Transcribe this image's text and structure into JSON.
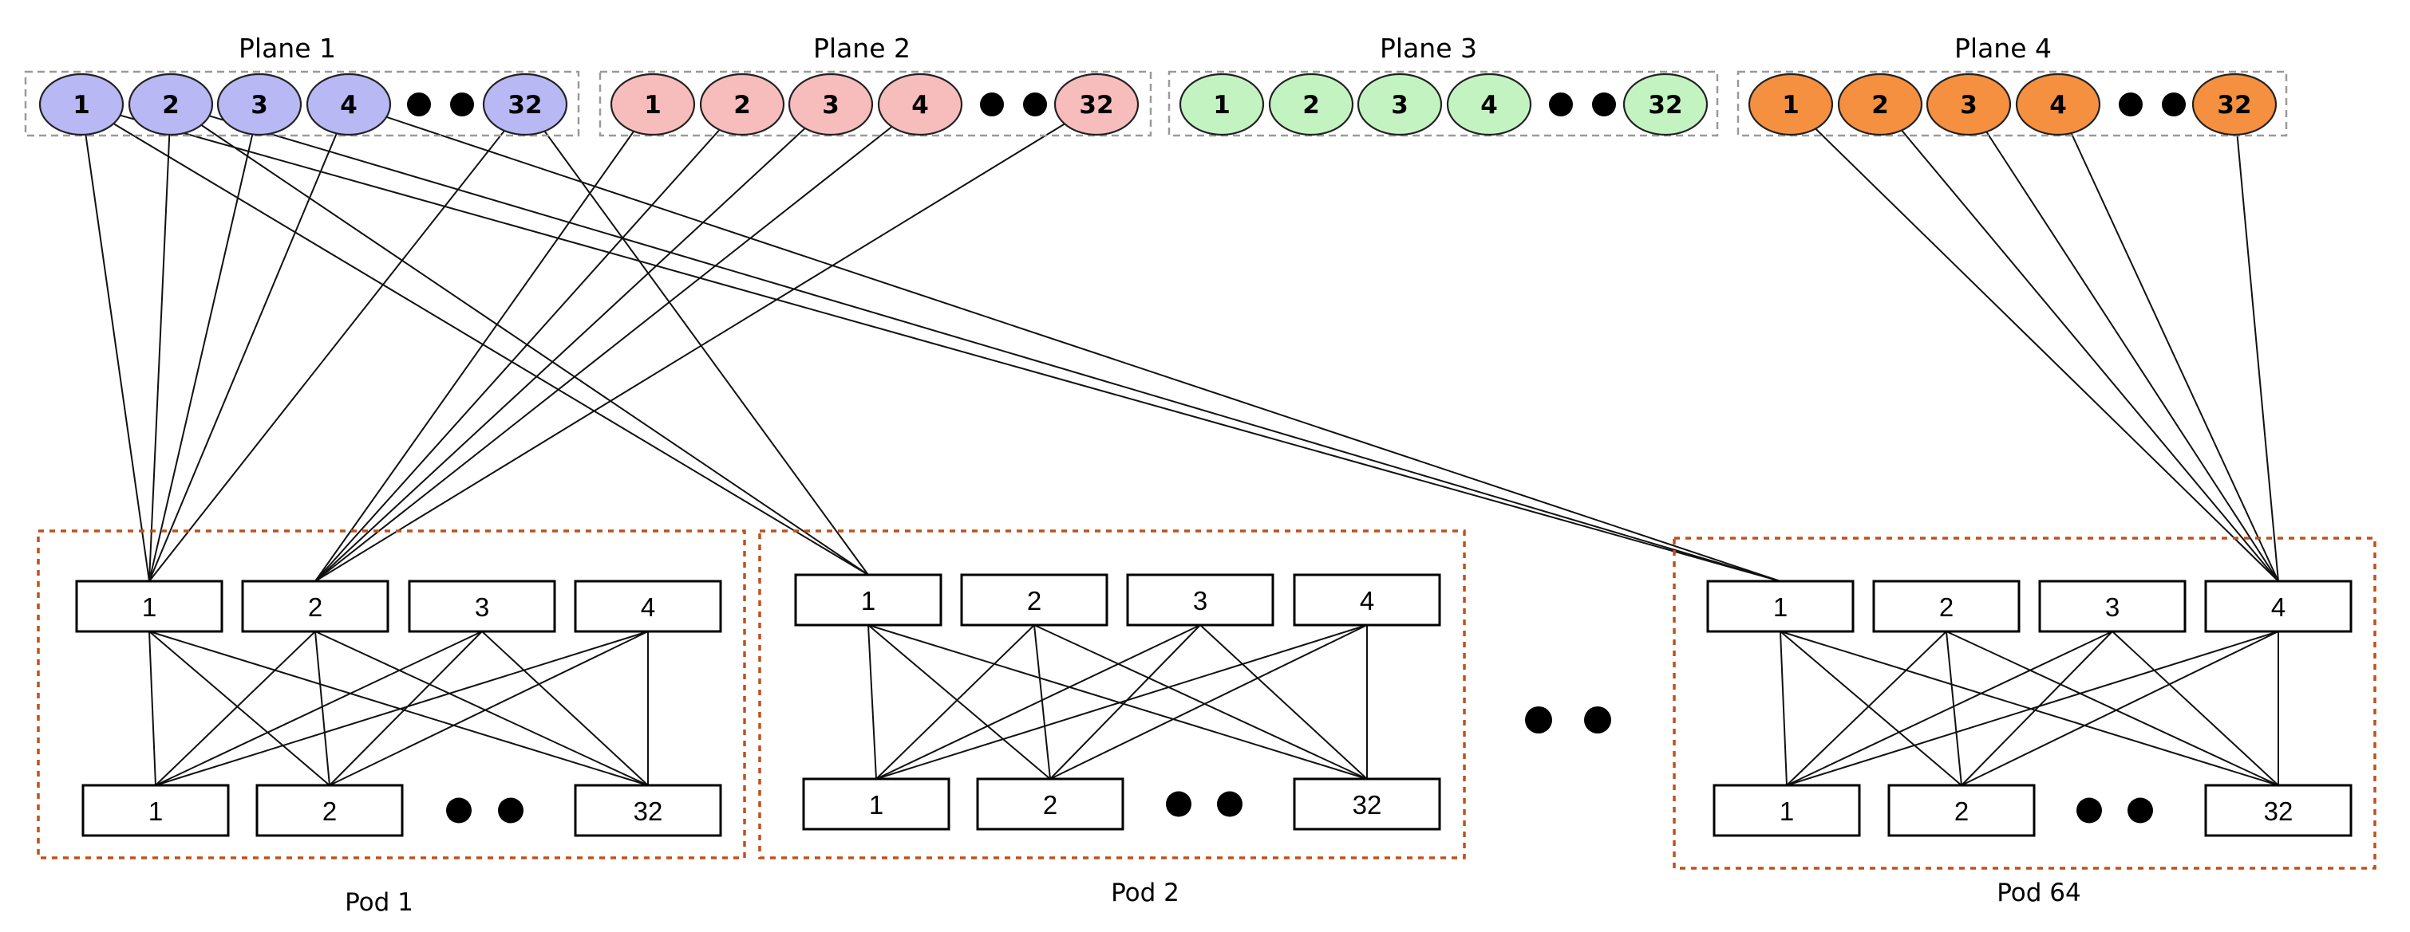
{
  "planes": [
    {
      "title": "Plane 1",
      "color": "#b8b8f4",
      "nodes": [
        "1",
        "2",
        "3",
        "4",
        "32"
      ]
    },
    {
      "title": "Plane 2",
      "color": "#f7bcbc",
      "nodes": [
        "1",
        "2",
        "3",
        "4",
        "32"
      ]
    },
    {
      "title": "Plane 3",
      "color": "#c4f3c2",
      "nodes": [
        "1",
        "2",
        "3",
        "4",
        "32"
      ]
    },
    {
      "title": "Plane 4",
      "color": "#f4903f",
      "nodes": [
        "1",
        "2",
        "3",
        "4",
        "32"
      ]
    }
  ],
  "pods": [
    {
      "title": "Pod 1",
      "upper": [
        "1",
        "2",
        "3",
        "4"
      ],
      "lower": [
        "1",
        "2",
        "32"
      ]
    },
    {
      "title": "Pod 2",
      "upper": [
        "1",
        "2",
        "3",
        "4"
      ],
      "lower": [
        "1",
        "2",
        "32"
      ]
    },
    {
      "title": "Pod 64",
      "upper": [
        "1",
        "2",
        "3",
        "4"
      ],
      "lower": [
        "1",
        "2",
        "32"
      ]
    }
  ]
}
